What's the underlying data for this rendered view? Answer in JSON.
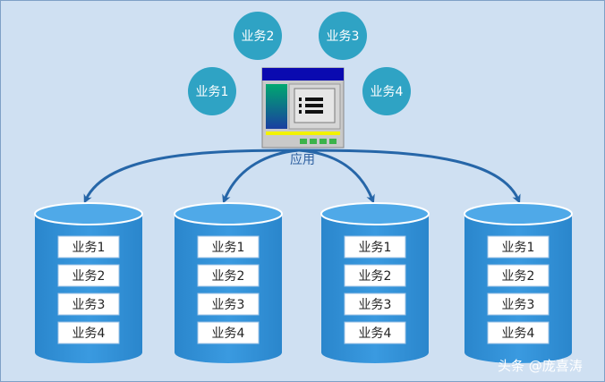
{
  "bubbles": [
    {
      "label": "业务1"
    },
    {
      "label": "业务2"
    },
    {
      "label": "业务3"
    },
    {
      "label": "业务4"
    }
  ],
  "app": {
    "label": "应用"
  },
  "databases": [
    {
      "items": [
        "业务1",
        "业务2",
        "业务3",
        "业务4"
      ]
    },
    {
      "items": [
        "业务1",
        "业务2",
        "业务3",
        "业务4"
      ]
    },
    {
      "items": [
        "业务1",
        "业务2",
        "业务3",
        "业务4"
      ]
    },
    {
      "items": [
        "业务1",
        "业务2",
        "业务3",
        "业务4"
      ]
    }
  ],
  "watermark": {
    "text": "头条 @庞喜涛"
  },
  "colors": {
    "background": "#cfe0f2",
    "bubble": "#2fa3c4",
    "cylinder": "#2f8fd6",
    "arrow": "#2666a8",
    "item_box": "#ffffff"
  }
}
